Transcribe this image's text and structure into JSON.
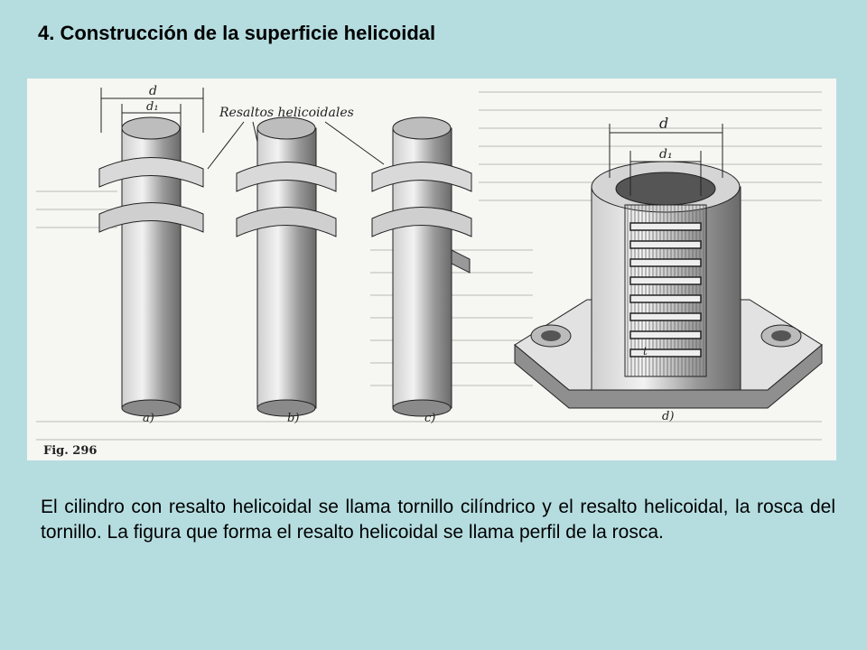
{
  "slide": {
    "title": "4. Construcción de la superficie helicoidal",
    "paragraph": "El cilindro con resalto helicoidal se llama tornillo cilíndrico y el resalto helicoidal, la rosca del tornillo. La figura que forma el resalto helicoidal se llama perfil de la rosca."
  },
  "figure": {
    "caption": "Fig. 296",
    "callout": "Resaltos helicoidales",
    "dim_outer": "d",
    "dim_inner": "d₁",
    "dim_outer_nut": "d",
    "dim_inner_nut": "d₁",
    "pitch_mark": "t",
    "panel_labels": [
      "a)",
      "b)",
      "c)",
      "d)"
    ]
  }
}
